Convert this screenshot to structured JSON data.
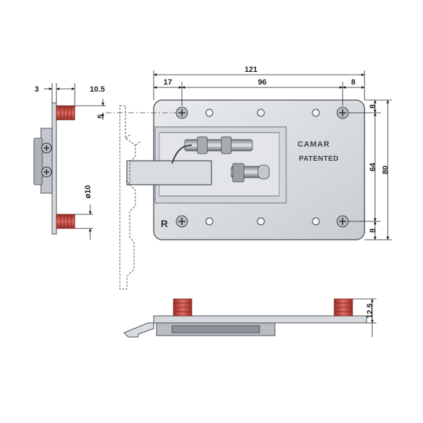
{
  "brand": {
    "name": "CAMAR",
    "patented": "PATENTED",
    "side_marking": "R"
  },
  "dimensions": {
    "overall_width": "121",
    "left_offset": "17",
    "hole_spacing": "96",
    "right_offset": "8",
    "hole_vertical": "64",
    "overall_height": "80",
    "top_offset": "8",
    "bottom_offset": "8",
    "plate_thickness": "3",
    "stud_length": "10.5",
    "bracket_offset": "5",
    "stud_diameter": "ø10",
    "height": "12.5"
  },
  "colors": {
    "plate": "#dcdfe3",
    "plate_edge": "#555a60",
    "stud": "#c7463f",
    "stud_dark": "#8f2a25",
    "line": "#1a1a1a"
  }
}
